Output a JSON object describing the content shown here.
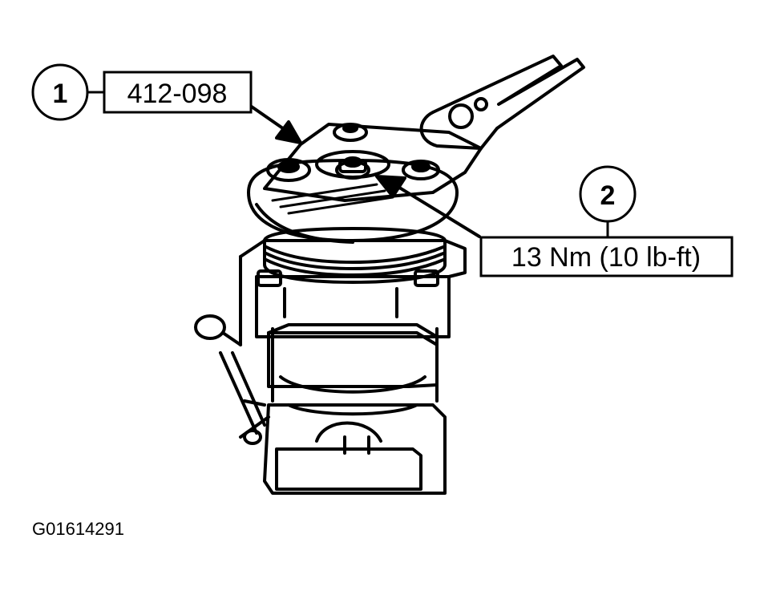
{
  "callouts": [
    {
      "number": "1",
      "text": "412-098"
    },
    {
      "number": "2",
      "text": "13 Nm (10 lb-ft)"
    }
  ],
  "figure_id": "G01614291",
  "colors": {
    "ink": "#000000",
    "paper": "#ffffff"
  }
}
